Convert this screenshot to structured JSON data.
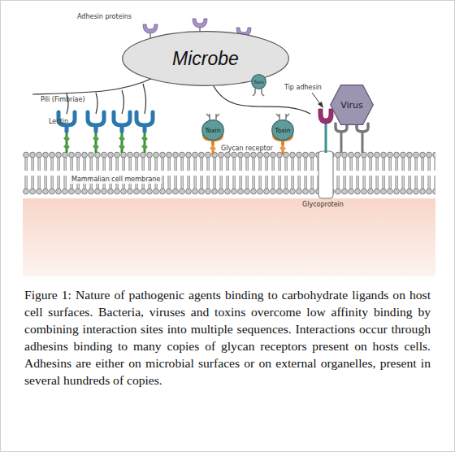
{
  "diagram": {
    "caption": "Figure 1: Nature of pathogenic agents binding to carbohydrate ligands on host cell surfaces. Bacteria, viruses and toxins overcome low affinity binding by combining interaction sites into multiple sequences. Interactions occur through adhesins binding to many copies of glycan receptors present on hosts cells. Adhesins are either on microbial surfaces or on external organelles, present in several hundreds of copies.",
    "nodes": [
      {
        "text": [
          "Microbe"
        ]
      },
      {
        "text": [
          "Toxin"
        ]
      },
      {
        "text": [
          "Toxin"
        ]
      },
      {
        "text": [
          "Toxin"
        ]
      },
      {
        "text": [
          "Virus"
        ]
      }
    ],
    "labels": [
      "Adhesin proteins",
      "Pili (Fimbriae)",
      "Lectin",
      "Glycan receptor",
      "Tip adhesin",
      "Mammalian cell membrane",
      "Glycoprotein"
    ]
  }
}
